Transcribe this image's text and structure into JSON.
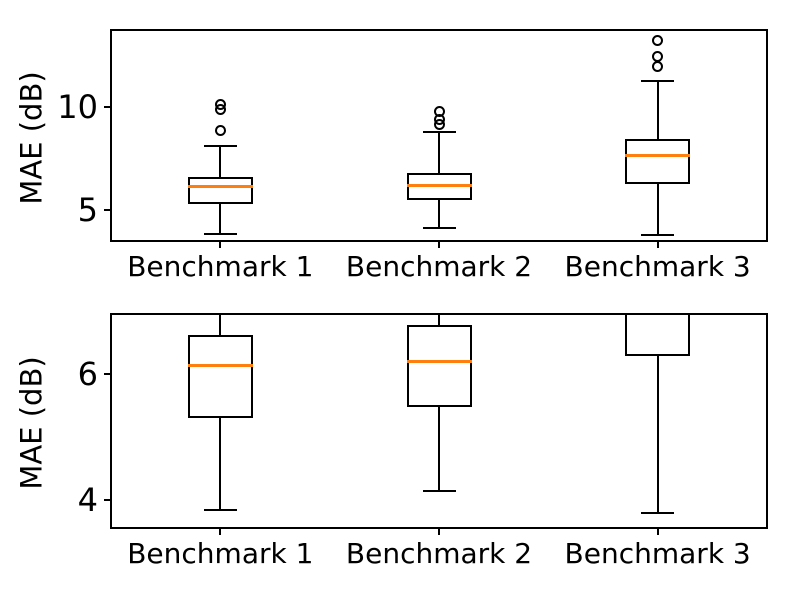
{
  "figure": {
    "ylabel": "MAE (dB)",
    "categories": [
      "Benchmark 1",
      "Benchmark 2",
      "Benchmark 3"
    ],
    "colors": {
      "median": "#ff7f0e",
      "line": "#000000",
      "background": "#ffffff",
      "text": "#000000"
    }
  },
  "chart_data": [
    {
      "type": "boxplot",
      "panel": "top",
      "title": "",
      "xlabel": "",
      "ylabel": "MAE (dB)",
      "categories": [
        "Benchmark 1",
        "Benchmark 2",
        "Benchmark 3"
      ],
      "ylim": [
        3.5,
        13.75
      ],
      "yticks": [
        5,
        10
      ],
      "grid": false,
      "legend": "none",
      "series": [
        {
          "name": "Benchmark 1",
          "whislo": 3.85,
          "q1": 5.3,
          "med": 6.13,
          "q3": 6.62,
          "whishi": 8.1,
          "fliers": [
            8.85,
            9.9,
            10.15
          ]
        },
        {
          "name": "Benchmark 2",
          "whislo": 4.15,
          "q1": 5.48,
          "med": 6.2,
          "q3": 6.78,
          "whishi": 8.78,
          "fliers": [
            9.15,
            9.4,
            9.8
          ]
        },
        {
          "name": "Benchmark 3",
          "whislo": 3.8,
          "q1": 6.28,
          "med": 7.65,
          "q3": 8.45,
          "whishi": 11.25,
          "fliers": [
            12.0,
            12.45,
            13.25
          ]
        }
      ]
    },
    {
      "type": "boxplot",
      "panel": "bottom",
      "title": "",
      "xlabel": "",
      "ylabel": "MAE (dB)",
      "categories": [
        "Benchmark 1",
        "Benchmark 2",
        "Benchmark 3"
      ],
      "ylim": [
        3.56,
        6.95
      ],
      "yticks": [
        4,
        6
      ],
      "grid": false,
      "legend": "none",
      "series": [
        {
          "name": "Benchmark 1",
          "whislo": 3.85,
          "q1": 5.3,
          "med": 6.13,
          "q3": 6.62,
          "whishi": 8.1,
          "fliers": [
            8.85,
            9.9,
            10.15
          ]
        },
        {
          "name": "Benchmark 2",
          "whislo": 4.15,
          "q1": 5.48,
          "med": 6.2,
          "q3": 6.78,
          "whishi": 8.78,
          "fliers": [
            9.15,
            9.4,
            9.8
          ]
        },
        {
          "name": "Benchmark 3",
          "whislo": 3.8,
          "q1": 6.28,
          "med": 7.65,
          "q3": 8.45,
          "whishi": 11.25,
          "fliers": [
            12.0,
            12.45,
            13.25
          ]
        }
      ]
    }
  ]
}
